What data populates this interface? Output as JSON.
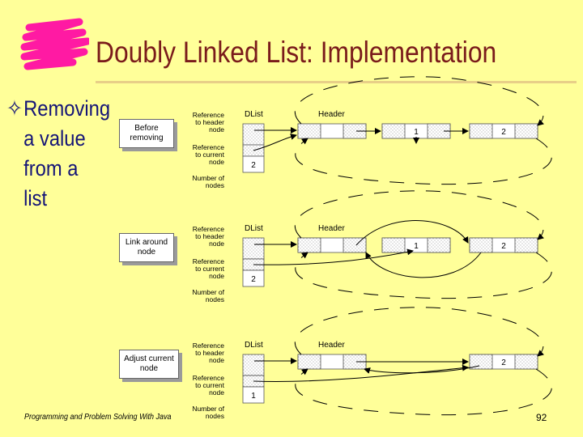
{
  "slide": {
    "title": "Doubly Linked List: Implementation",
    "bullet": {
      "symbol": "✧",
      "lines": [
        "Removing",
        "a value",
        "from a",
        "list"
      ]
    },
    "footer": "Programming and Problem Solving With Java",
    "page_number": "92"
  },
  "diagram": {
    "labels": {
      "dlist": "DList",
      "header": "Header",
      "ref_header": [
        "Reference",
        "to header",
        "node"
      ],
      "ref_current": [
        "Reference",
        "to current",
        "node"
      ],
      "num_nodes": [
        "Number of",
        "nodes"
      ]
    },
    "stages": [
      {
        "box": [
          "Before",
          "removing"
        ],
        "count": "2",
        "node_values": [
          "",
          "1",
          "2"
        ]
      },
      {
        "box": [
          "Link around",
          "node"
        ],
        "count": "2",
        "node_values": [
          "",
          "1",
          "2"
        ]
      },
      {
        "box": [
          "Adjust current",
          "node"
        ],
        "count": "1",
        "node_values": [
          "",
          "2"
        ]
      }
    ]
  }
}
